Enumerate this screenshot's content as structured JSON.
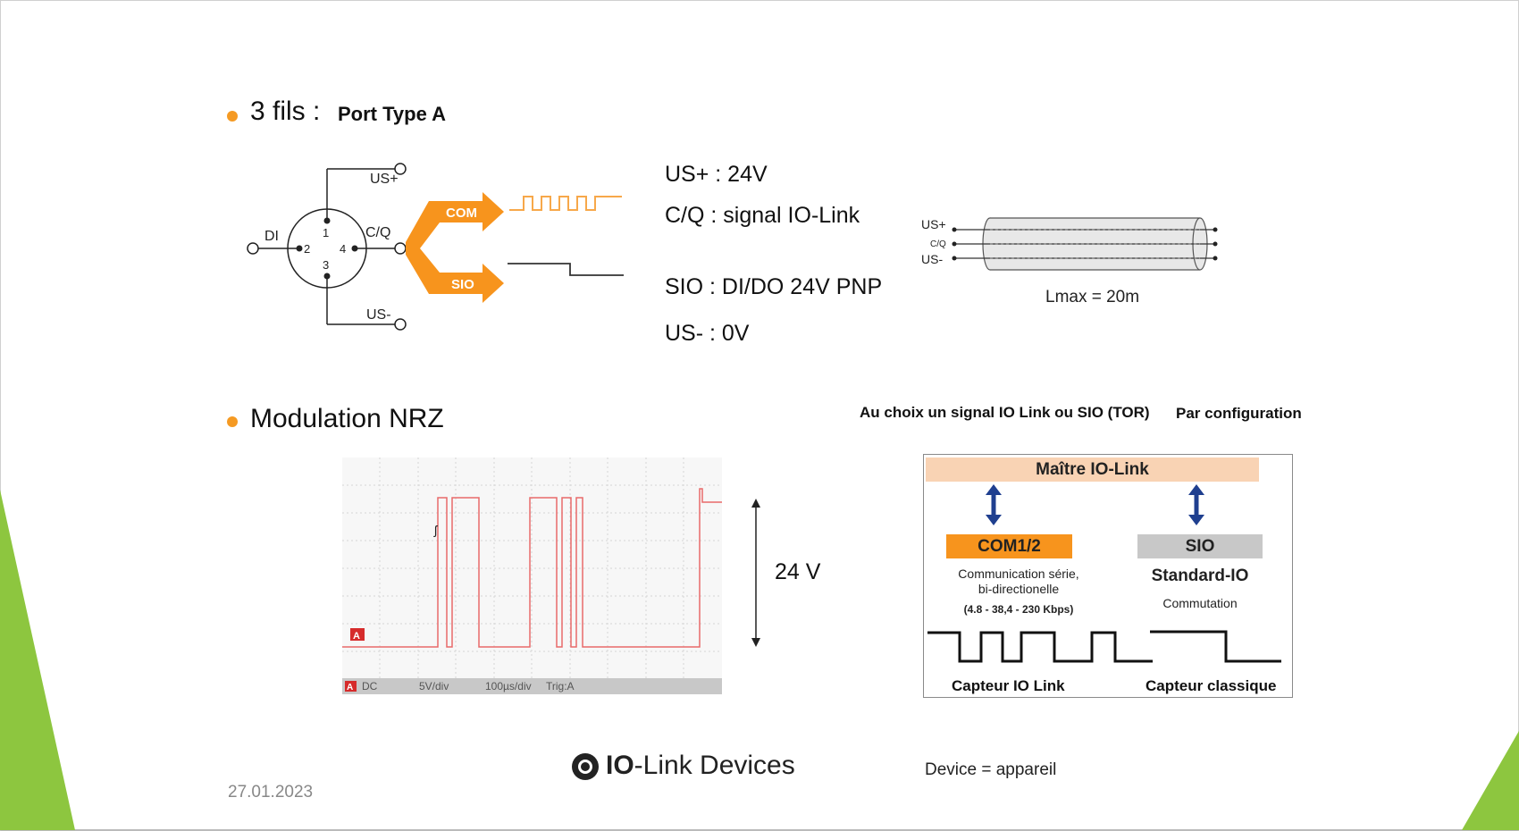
{
  "colors": {
    "accent_orange": "#f59a23",
    "green": "#8dc63f",
    "signal_red": "#e86a6a",
    "arrow_blue": "#1f3f8f",
    "master_bg": "#f9d3b4",
    "sio_bg": "#c8c8c8",
    "com_bg": "#f7941d"
  },
  "section1": {
    "heading": "3 fils :",
    "subheading": "Port Type A",
    "diagram": {
      "us_plus": "US+",
      "us_minus": "US-",
      "di": "DI",
      "cq": "C/Q",
      "pin1": "1",
      "pin2": "2",
      "pin3": "3",
      "pin4": "4",
      "com": "COM",
      "sio": "SIO"
    },
    "specs": {
      "line1": "US+ : 24V",
      "line2": "C/Q : signal IO-Link",
      "line3": "SIO : DI/DO 24V PNP",
      "line4": "US- : 0V"
    },
    "cable": {
      "us_plus": "US+",
      "cq": "C/Q",
      "us_minus": "US-",
      "lmax": "Lmax = 20m"
    }
  },
  "section2": {
    "heading": "Modulation NRZ",
    "voltage": "24 V",
    "scope": {
      "channel": "A",
      "coupling": "DC",
      "vdiv": "5V/div",
      "tdiv": "100µs/div",
      "trig": "Trig:A"
    }
  },
  "config": {
    "title_left": "Au choix un signal IO Link ou SIO (TOR)",
    "title_right": "Par configuration",
    "master": "Maître IO-Link",
    "com_label": "COM1/2",
    "com_desc1": "Communication série,",
    "com_desc2": "bi-directionelle",
    "com_rate": "(4.8  - 38,4  - 230 Kbps)",
    "sio_label": "SIO",
    "sio_title": "Standard-IO",
    "sio_desc": "Commutation",
    "caption_left": "Capteur IO Link",
    "caption_right": "Capteur classique"
  },
  "footer": {
    "logo_bold": "IO",
    "logo_rest": "-Link Devices",
    "note": "Device = appareil",
    "date": "27.01.2023"
  }
}
